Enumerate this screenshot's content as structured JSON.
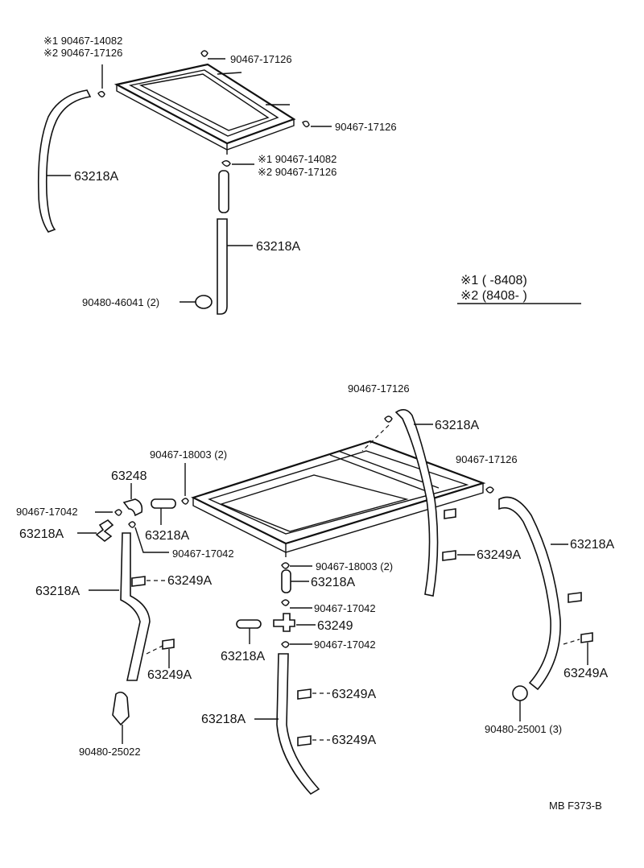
{
  "labels": {
    "top_note_1": "※1 90467-14082",
    "top_note_2": "※2 90467-17126",
    "clip_top": "90467-17126",
    "clip_right_top": "90467-17126",
    "clip_mid_1": "※1 90467-14082",
    "clip_mid_2": "※2 90467-17126",
    "hose_top_left": "63218A",
    "hose_top_center": "63218A",
    "plug_top": "90480-46041 (2)",
    "legend_1": "※1 (        -8408)",
    "legend_2": "※2 (8408-        )",
    "b_clip_top": "90467-17126",
    "b_hose_top": "63218A",
    "b_clip_right": "90467-17126",
    "b_hose_right": "63218A",
    "b_clip_18003_top": "90467-18003 (2)",
    "b_63248": "63248",
    "b_17042_left": "90467-17042",
    "b_hose_left_small": "63218A",
    "b_hose_mid_small": "63218A",
    "b_17042_mid": "90467-17042",
    "b_hose_left_long": "63218A",
    "b_63249a_left_1": "63249A",
    "b_63249a_left_2": "63249A",
    "b_plug_left": "90480-25022",
    "b_18003_center": "90467-18003 (2)",
    "b_hose_center_small": "63218A",
    "b_17042_center": "90467-17042",
    "b_63249": "63249",
    "b_hose_center_left": "63218A",
    "b_17042_center_low": "90467-17042",
    "b_63249a_right_mid": "63249A",
    "b_hose_center_long": "63218A",
    "b_63249a_center_1": "63249A",
    "b_63249a_center_2": "63249A",
    "b_63249a_right": "63249A",
    "b_plug_right": "90480-25001 (3)",
    "footer_code": "MB  F373-B"
  }
}
